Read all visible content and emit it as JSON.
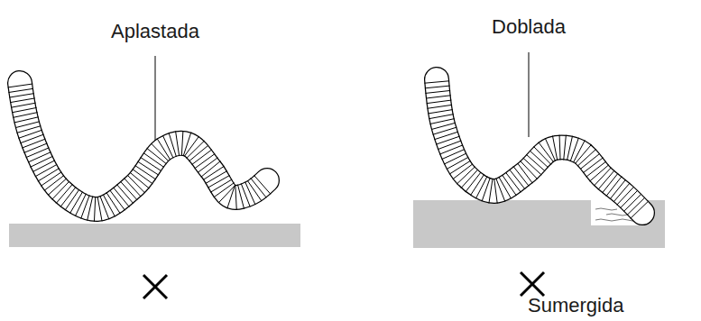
{
  "diagram": {
    "labels": [
      "Aplastada",
      "Doblada",
      "Sumergida"
    ]
  }
}
